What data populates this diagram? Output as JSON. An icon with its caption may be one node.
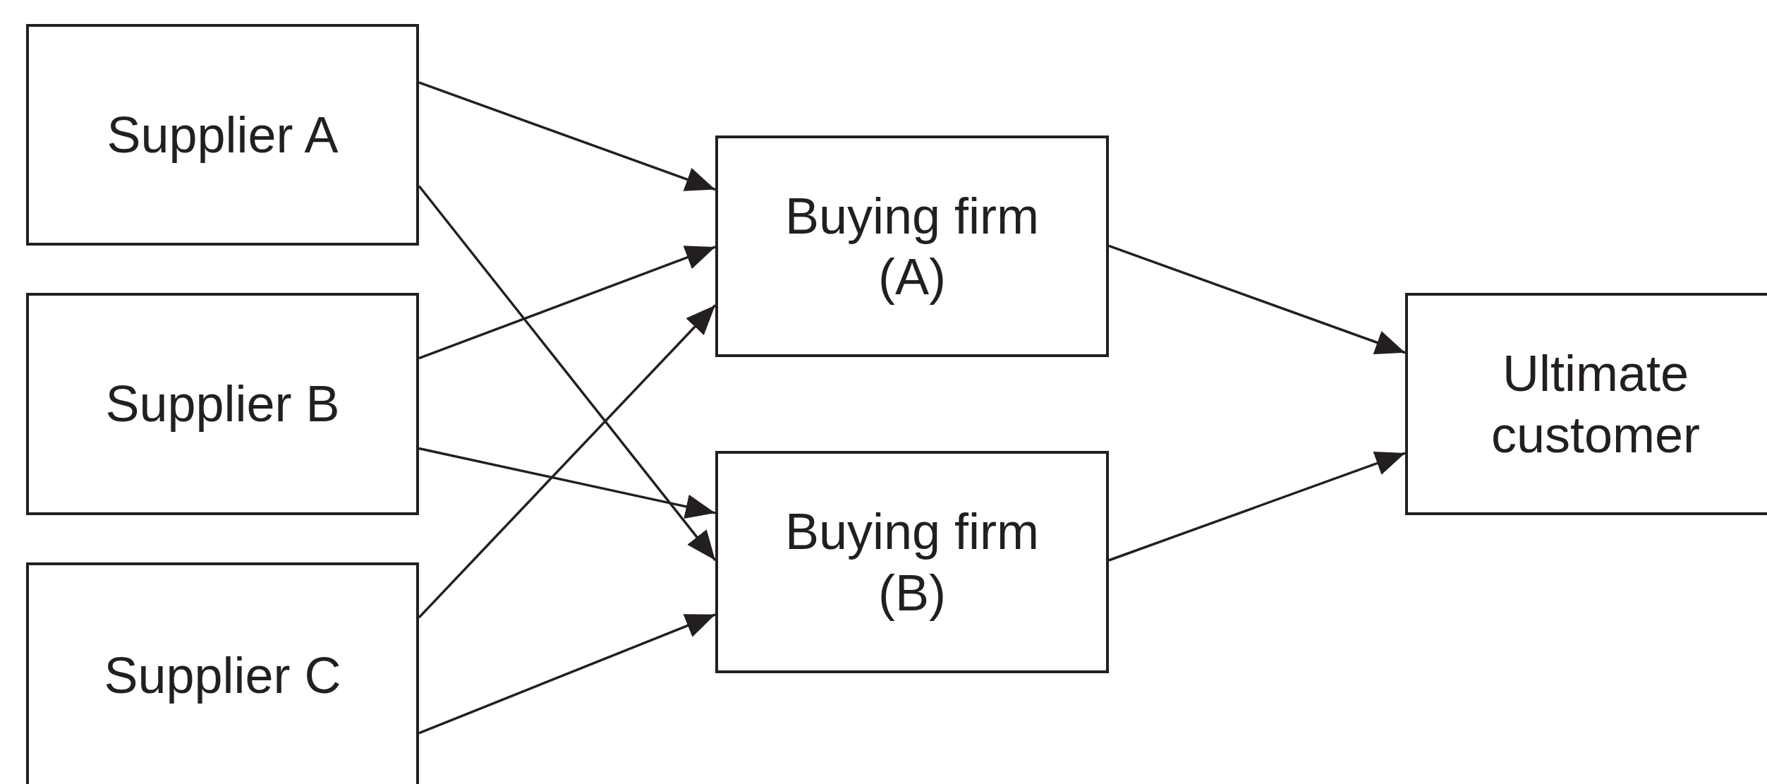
{
  "diagram": {
    "nodes": [
      {
        "text": [
          "Supplier A"
        ]
      },
      {
        "text": [
          "Supplier B"
        ]
      },
      {
        "text": [
          "Supplier C"
        ]
      },
      {
        "text": [
          "Buying firm (A)"
        ]
      },
      {
        "text": [
          "Buying firm (B)"
        ]
      },
      {
        "text": [
          "Ultimate customer"
        ]
      }
    ],
    "edges": [
      {
        "from": 0,
        "to": 3,
        "arrow": "to"
      },
      {
        "from": 0,
        "to": 4,
        "arrow": "to"
      },
      {
        "from": 1,
        "to": 3,
        "arrow": "to"
      },
      {
        "from": 1,
        "to": 4,
        "arrow": "to"
      },
      {
        "from": 2,
        "to": 3,
        "arrow": "to"
      },
      {
        "from": 2,
        "to": 4,
        "arrow": "to"
      },
      {
        "from": 3,
        "to": 5,
        "arrow": "to"
      },
      {
        "from": 4,
        "to": 5,
        "arrow": "to"
      }
    ]
  }
}
